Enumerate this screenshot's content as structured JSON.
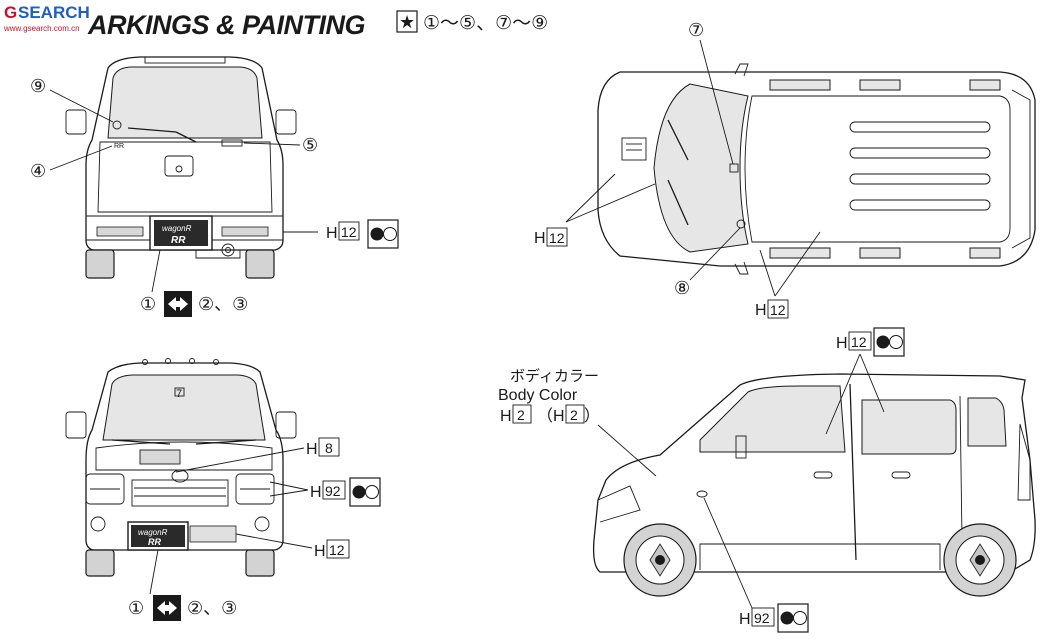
{
  "logo": {
    "text": "SEARCH",
    "subtext": "www.gsearch.com.cn"
  },
  "header": {
    "title": "ARKINGS & PAINTING",
    "star_symbol": "★",
    "decal_range": "①～⑤、⑦～⑨"
  },
  "views": {
    "rear": {
      "callout_9": "⑨",
      "callout_4": "④",
      "callout_5": "⑤",
      "plate_top": "wagonR",
      "plate_bottom": "RR",
      "paint_prefix": "H",
      "paint_code": "12",
      "decal_note_a": "①",
      "decal_note_b": "②、③"
    },
    "top": {
      "callout_7": "⑦",
      "callout_8": "⑧",
      "paint_left_prefix": "H",
      "paint_left_code": "12",
      "paint_right_prefix": "H",
      "paint_right_code": "12"
    },
    "front": {
      "paint_8_prefix": "H",
      "paint_8_code": "8",
      "paint_92_prefix": "H",
      "paint_92_code": "92",
      "paint_12_prefix": "H",
      "paint_12_code": "12",
      "plate_top": "wagonR",
      "plate_bottom": "RR",
      "decal_note_a": "①",
      "decal_note_b": "②、③",
      "small_tag": "7"
    },
    "side": {
      "body_color_jp": "ボディカラー",
      "body_color_en": "Body Color",
      "body_color_prefix": "H",
      "body_color_code": "2",
      "body_color_alt_open": "（H",
      "body_color_alt_code": "2",
      "body_color_alt_close": "）",
      "window_prefix": "H",
      "window_code": "12",
      "lamp_prefix": "H",
      "lamp_code": "92"
    }
  },
  "colors": {
    "line": "#1a1a1a",
    "glass": "#e6e6e6",
    "tire": "#d3d3d3",
    "logo_red": "#c8102e",
    "logo_blue": "#1f5fbf"
  }
}
